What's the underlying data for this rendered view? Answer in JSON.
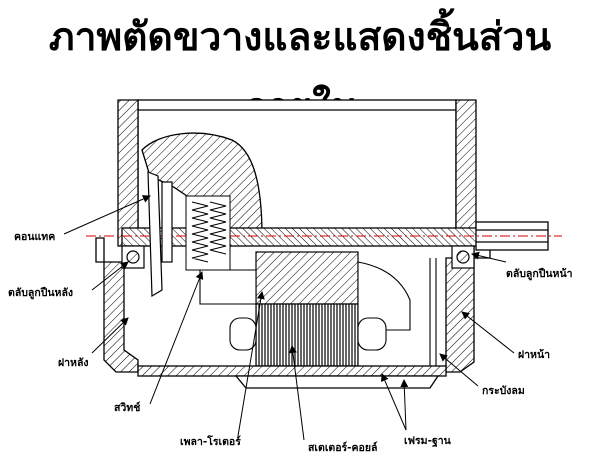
{
  "title": "ภาพตัดขวางและแสดงชิ้นส่วนภายใน",
  "labels": {
    "contact": "คอนแทค",
    "rear_bearing": "ตลับลูกปืนหลัง",
    "front_bearing": "ตลับลูกปืนหน้า",
    "rear_cover": "ฝาหลัง",
    "front_cover": "ฝาหน้า",
    "switch": "สวิทช์",
    "shaft_rotor": "เพลา-โรเตอร์",
    "stator_coil": "สเตเตอร์-คอยล์",
    "shield": "กระบังลม",
    "frame_base": "เฟรม-ฐาน"
  },
  "colors": {
    "line": "#000000",
    "centerline": "#d40000",
    "background": "#ffffff"
  }
}
